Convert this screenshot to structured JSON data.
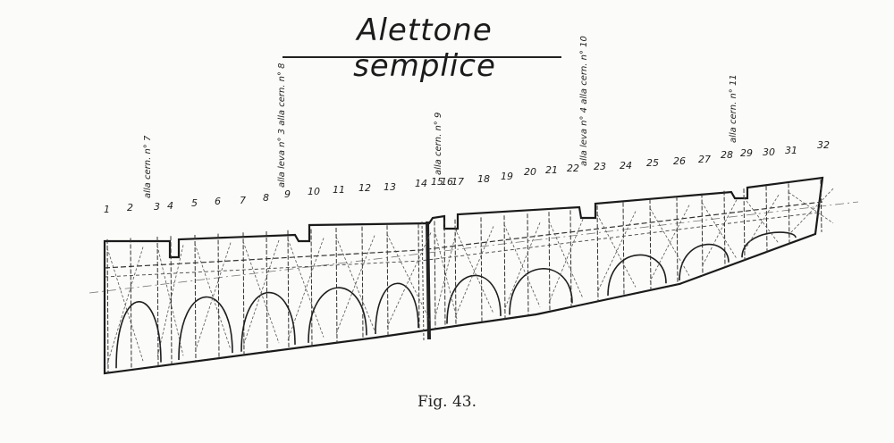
{
  "title": "Alettone semplice",
  "caption": "Fig. 43.",
  "rib_numbers": [
    "1",
    "2",
    "3",
    "4",
    "5",
    "6",
    "7",
    "8",
    "9",
    "10",
    "11",
    "12",
    "13",
    "14",
    "15",
    "16",
    "17",
    "18",
    "19",
    "20",
    "21",
    "22",
    "23",
    "24",
    "25",
    "26",
    "27",
    "28",
    "29",
    "30",
    "31",
    "32"
  ],
  "hinge_labels": [
    "alla cern. n° 7",
    "alla leva n° 3 alla cern. n° 8",
    "alla cern. n° 9",
    "alla leva n° 4 alla cern. n° 10",
    "alla cern. n° 11"
  ]
}
